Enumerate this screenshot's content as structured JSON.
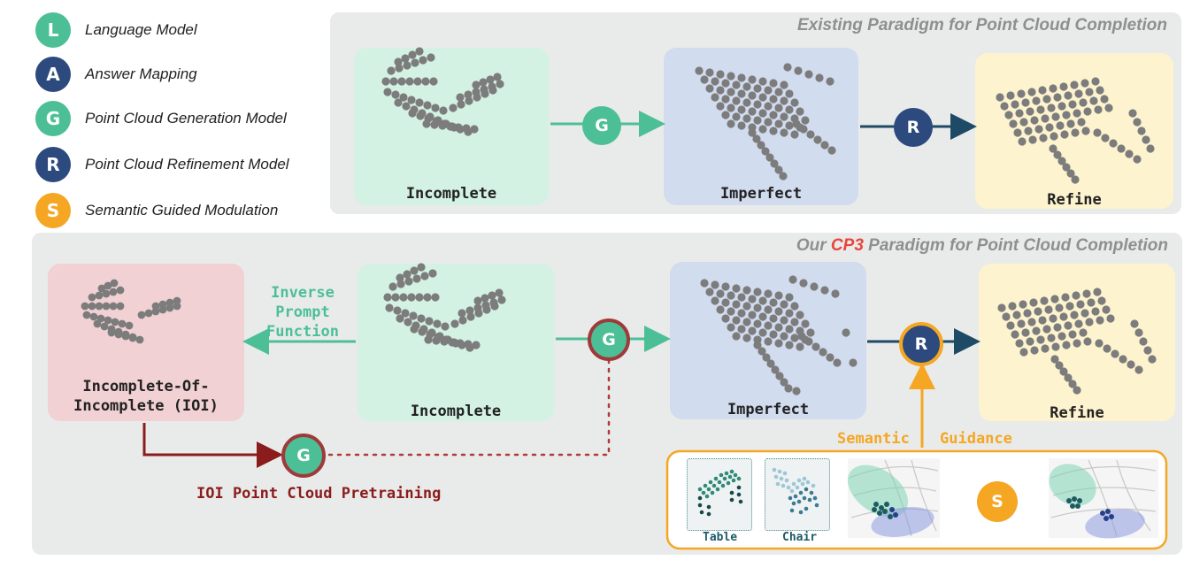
{
  "legend": [
    {
      "letter": "L",
      "label": "Language Model",
      "color": "#4dbf97"
    },
    {
      "letter": "A",
      "label": "Answer Mapping",
      "color": "#2c4a7e"
    },
    {
      "letter": "G",
      "label": "Point Cloud Generation Model",
      "color": "#4dbf97"
    },
    {
      "letter": "R",
      "label": "Point Cloud Refinement Model",
      "color": "#2c4a7e"
    },
    {
      "letter": "S",
      "label": "Semantic Guided Modulation",
      "color": "#f5a623"
    }
  ],
  "top_panel": {
    "title": "Existing Paradigm for Point Cloud Completion",
    "incomplete_label": "Incomplete",
    "imperfect_label": "Imperfect",
    "refine_label": "Refine",
    "g_node": "G",
    "r_node": "R"
  },
  "bottom_panel": {
    "title_prefix": "Our",
    "title_highlight": "CP3",
    "title_suffix": "Paradigm for Point Cloud Completion",
    "ioi_label_line1": "Incomplete-Of-",
    "ioi_label_line2": "Incomplete (IOI)",
    "inverse_line1": "Inverse",
    "inverse_line2": "Prompt",
    "inverse_line3": "Function",
    "incomplete_label": "Incomplete",
    "imperfect_label": "Imperfect",
    "refine_label": "Refine",
    "g_node": "G",
    "g_node_pretrain": "G",
    "r_node": "R",
    "s_node": "S",
    "semantic_word1": "Semantic",
    "semantic_word2": "Guidance",
    "pretrain_label": "IOI Point Cloud Pretraining",
    "table_label": "Table",
    "chair_label": "Chair"
  },
  "colors": {
    "green": "#4dbf97",
    "navy": "#2c4a7e",
    "orange": "#f5a623",
    "darkred": "#8b1c1c",
    "highlight_red": "#e8453c",
    "card_green": "#d3f2e3",
    "card_blue": "#d2dcef",
    "card_yellow": "#fdf3cf",
    "card_pink": "#f1d1d3",
    "panel_gray": "#e9ebea",
    "dot_gray": "#7c7c7c"
  }
}
